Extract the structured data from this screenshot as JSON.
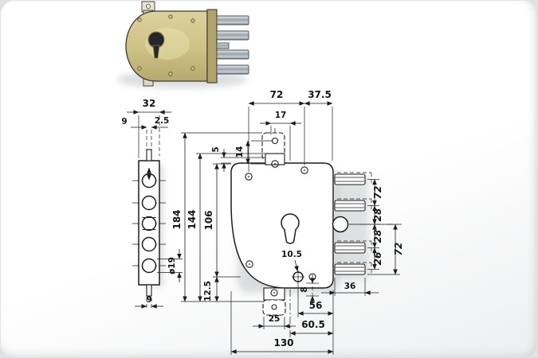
{
  "drawing": {
    "type": "technical-dimension-drawing",
    "subject": "security-door-lock",
    "colors": {
      "line": "#1c1c1c",
      "brass": "#cdc083",
      "steel": "#b7bfc5",
      "paper": "#ffffff"
    },
    "dims": {
      "top_span": "72",
      "top_right": "37.5",
      "cyl_to_acc": "17",
      "acc_drop": "14",
      "top_gap": "5",
      "plate_width": "32",
      "pin_offset": "9",
      "pin_width": "2.5",
      "h_total": "184",
      "h_inner": "144",
      "h_upper": "106",
      "h_bottom": "12.5",
      "hole_dia": "10.5",
      "screw_gap": "8",
      "acc_width": "25",
      "backset_a": "56",
      "backset_b": "60.5",
      "w_total": "130",
      "bolt_pair_span": "72",
      "bolt_gap_a": "28",
      "bolt_gap_b": "28",
      "bolt_gap_c": "26",
      "bolt_overall": "72",
      "bolt_throw": "36",
      "plate_hole_dia": "ø19",
      "pin_bottom": "9"
    }
  }
}
